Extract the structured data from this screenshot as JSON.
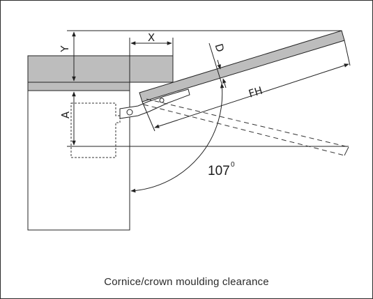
{
  "diagram": {
    "labels": {
      "y": "Y",
      "x": "X",
      "d": "D",
      "fh": "FH",
      "a": "A",
      "angle_value": "107",
      "angle_unit": "0"
    },
    "caption": "Cornice/crown moulding clearance"
  },
  "colors": {
    "line": "#222222",
    "panel_fill": "#b9b9b9",
    "dash": "#333333",
    "background": "#ffffff"
  }
}
